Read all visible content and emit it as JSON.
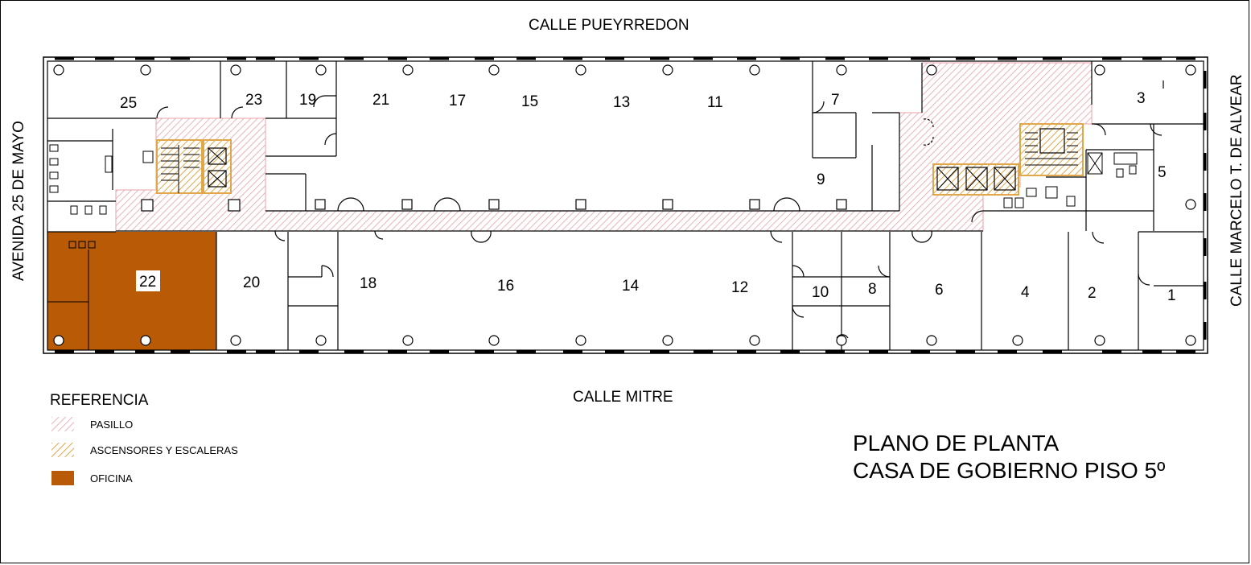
{
  "streets": {
    "north": "CALLE PUEYRREDON",
    "south": "CALLE MITRE",
    "west": "AVENIDA 25 DE MAYO",
    "east": "CALLE MARCELO T. DE ALVEAR"
  },
  "rooms": [
    "1",
    "2",
    "3",
    "4",
    "5",
    "6",
    "7",
    "8",
    "9",
    "10",
    "11",
    "12",
    "13",
    "14",
    "15",
    "16",
    "17",
    "18",
    "19",
    "20",
    "21",
    "22",
    "23",
    "25"
  ],
  "legend": {
    "title": "REFERENCIA",
    "items": [
      {
        "label": "PASILLO",
        "kind": "corridor"
      },
      {
        "label": "ASCENSORES Y ESCALERAS",
        "kind": "elevators-stairs"
      },
      {
        "label": "OFICINA",
        "kind": "office"
      }
    ]
  },
  "title": {
    "line1": "PLANO DE PLANTA",
    "line2": "CASA DE GOBIERNO PISO 5º"
  },
  "colors": {
    "corridor_hatch": "#e8a0a8",
    "stairs_hatch": "#e0a84a",
    "office_fill": "#b85a06",
    "wall": "#000000"
  }
}
